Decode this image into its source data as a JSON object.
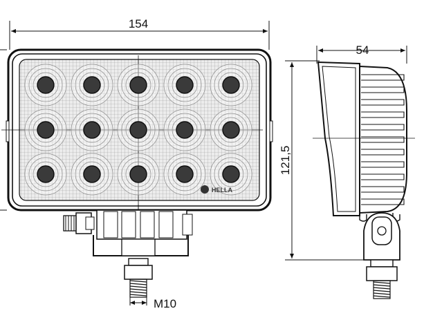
{
  "dimensions": {
    "width": "154",
    "depth": "54",
    "height": "121,5",
    "thread": "M10"
  },
  "logo": {
    "text": "HELLA"
  },
  "colors": {
    "line": "#111111",
    "lens": "#e8e8e8",
    "led": "#3a3a3a",
    "background": "#ffffff"
  },
  "leds": {
    "rows": 3,
    "columns": 5
  }
}
